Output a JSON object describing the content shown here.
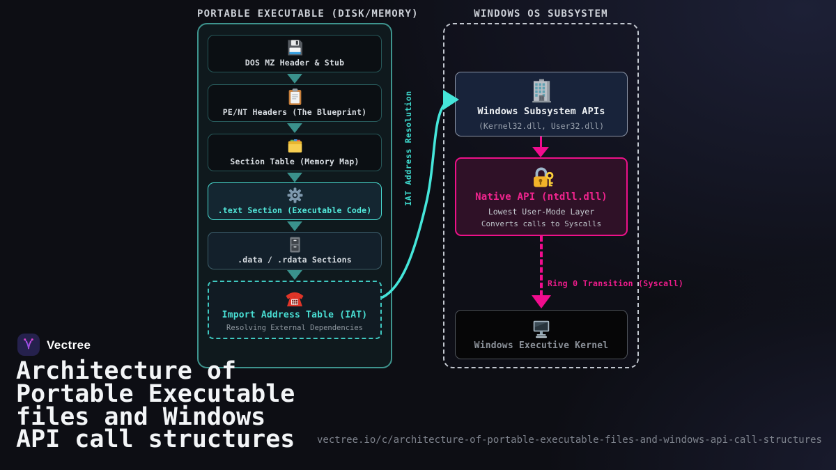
{
  "pe_panel": {
    "header": "PORTABLE EXECUTABLE (DISK/MEMORY)",
    "boxes": [
      {
        "icon": "floppy-disk-icon",
        "label": "DOS MZ Header & Stub"
      },
      {
        "icon": "clipboard-icon",
        "label": "PE/NT Headers (The Blueprint)"
      },
      {
        "icon": "card-index-icon",
        "label": "Section Table (Memory Map)"
      },
      {
        "icon": "gear-icon",
        "label": ".text Section (Executable Code)"
      },
      {
        "icon": "file-cabinet-icon",
        "label": ".data / .rdata Sections"
      },
      {
        "icon": "telephone-icon",
        "label": "Import Address Table (IAT)",
        "sublabel": "Resolving External Dependencies"
      }
    ]
  },
  "os_panel": {
    "header": "WINDOWS OS SUBSYSTEM",
    "subsystem_box": {
      "icon": "office-building-icon",
      "label": "Windows Subsystem APIs",
      "sublabel": "(Kernel32.dll, User32.dll)"
    },
    "native_box": {
      "icon": "locked-with-key-icon",
      "label": "Native API (ntdll.dll)",
      "sublabel1": "Lowest User-Mode Layer",
      "sublabel2": "Converts calls to Syscalls"
    },
    "kernel_box": {
      "icon": "desktop-computer-icon",
      "label": "Windows Executive Kernel"
    },
    "syscall_arrow_label": "Ring 0 Transition (Syscall)"
  },
  "connector": {
    "label": "IAT Address Resolution"
  },
  "footer": {
    "brand": "Vectree",
    "title_lines": [
      "Architecture of",
      "Portable Executable",
      "files and Windows",
      "API call structures"
    ],
    "url": "vectree.io/c/architecture-of-portable-executable-files-and-windows-api-call-structures"
  },
  "colors": {
    "accent_cyan": "#42e0d4",
    "accent_pink": "#f10c8e",
    "panel_teal_border": "#3e948e",
    "background": "#0d0e14"
  }
}
